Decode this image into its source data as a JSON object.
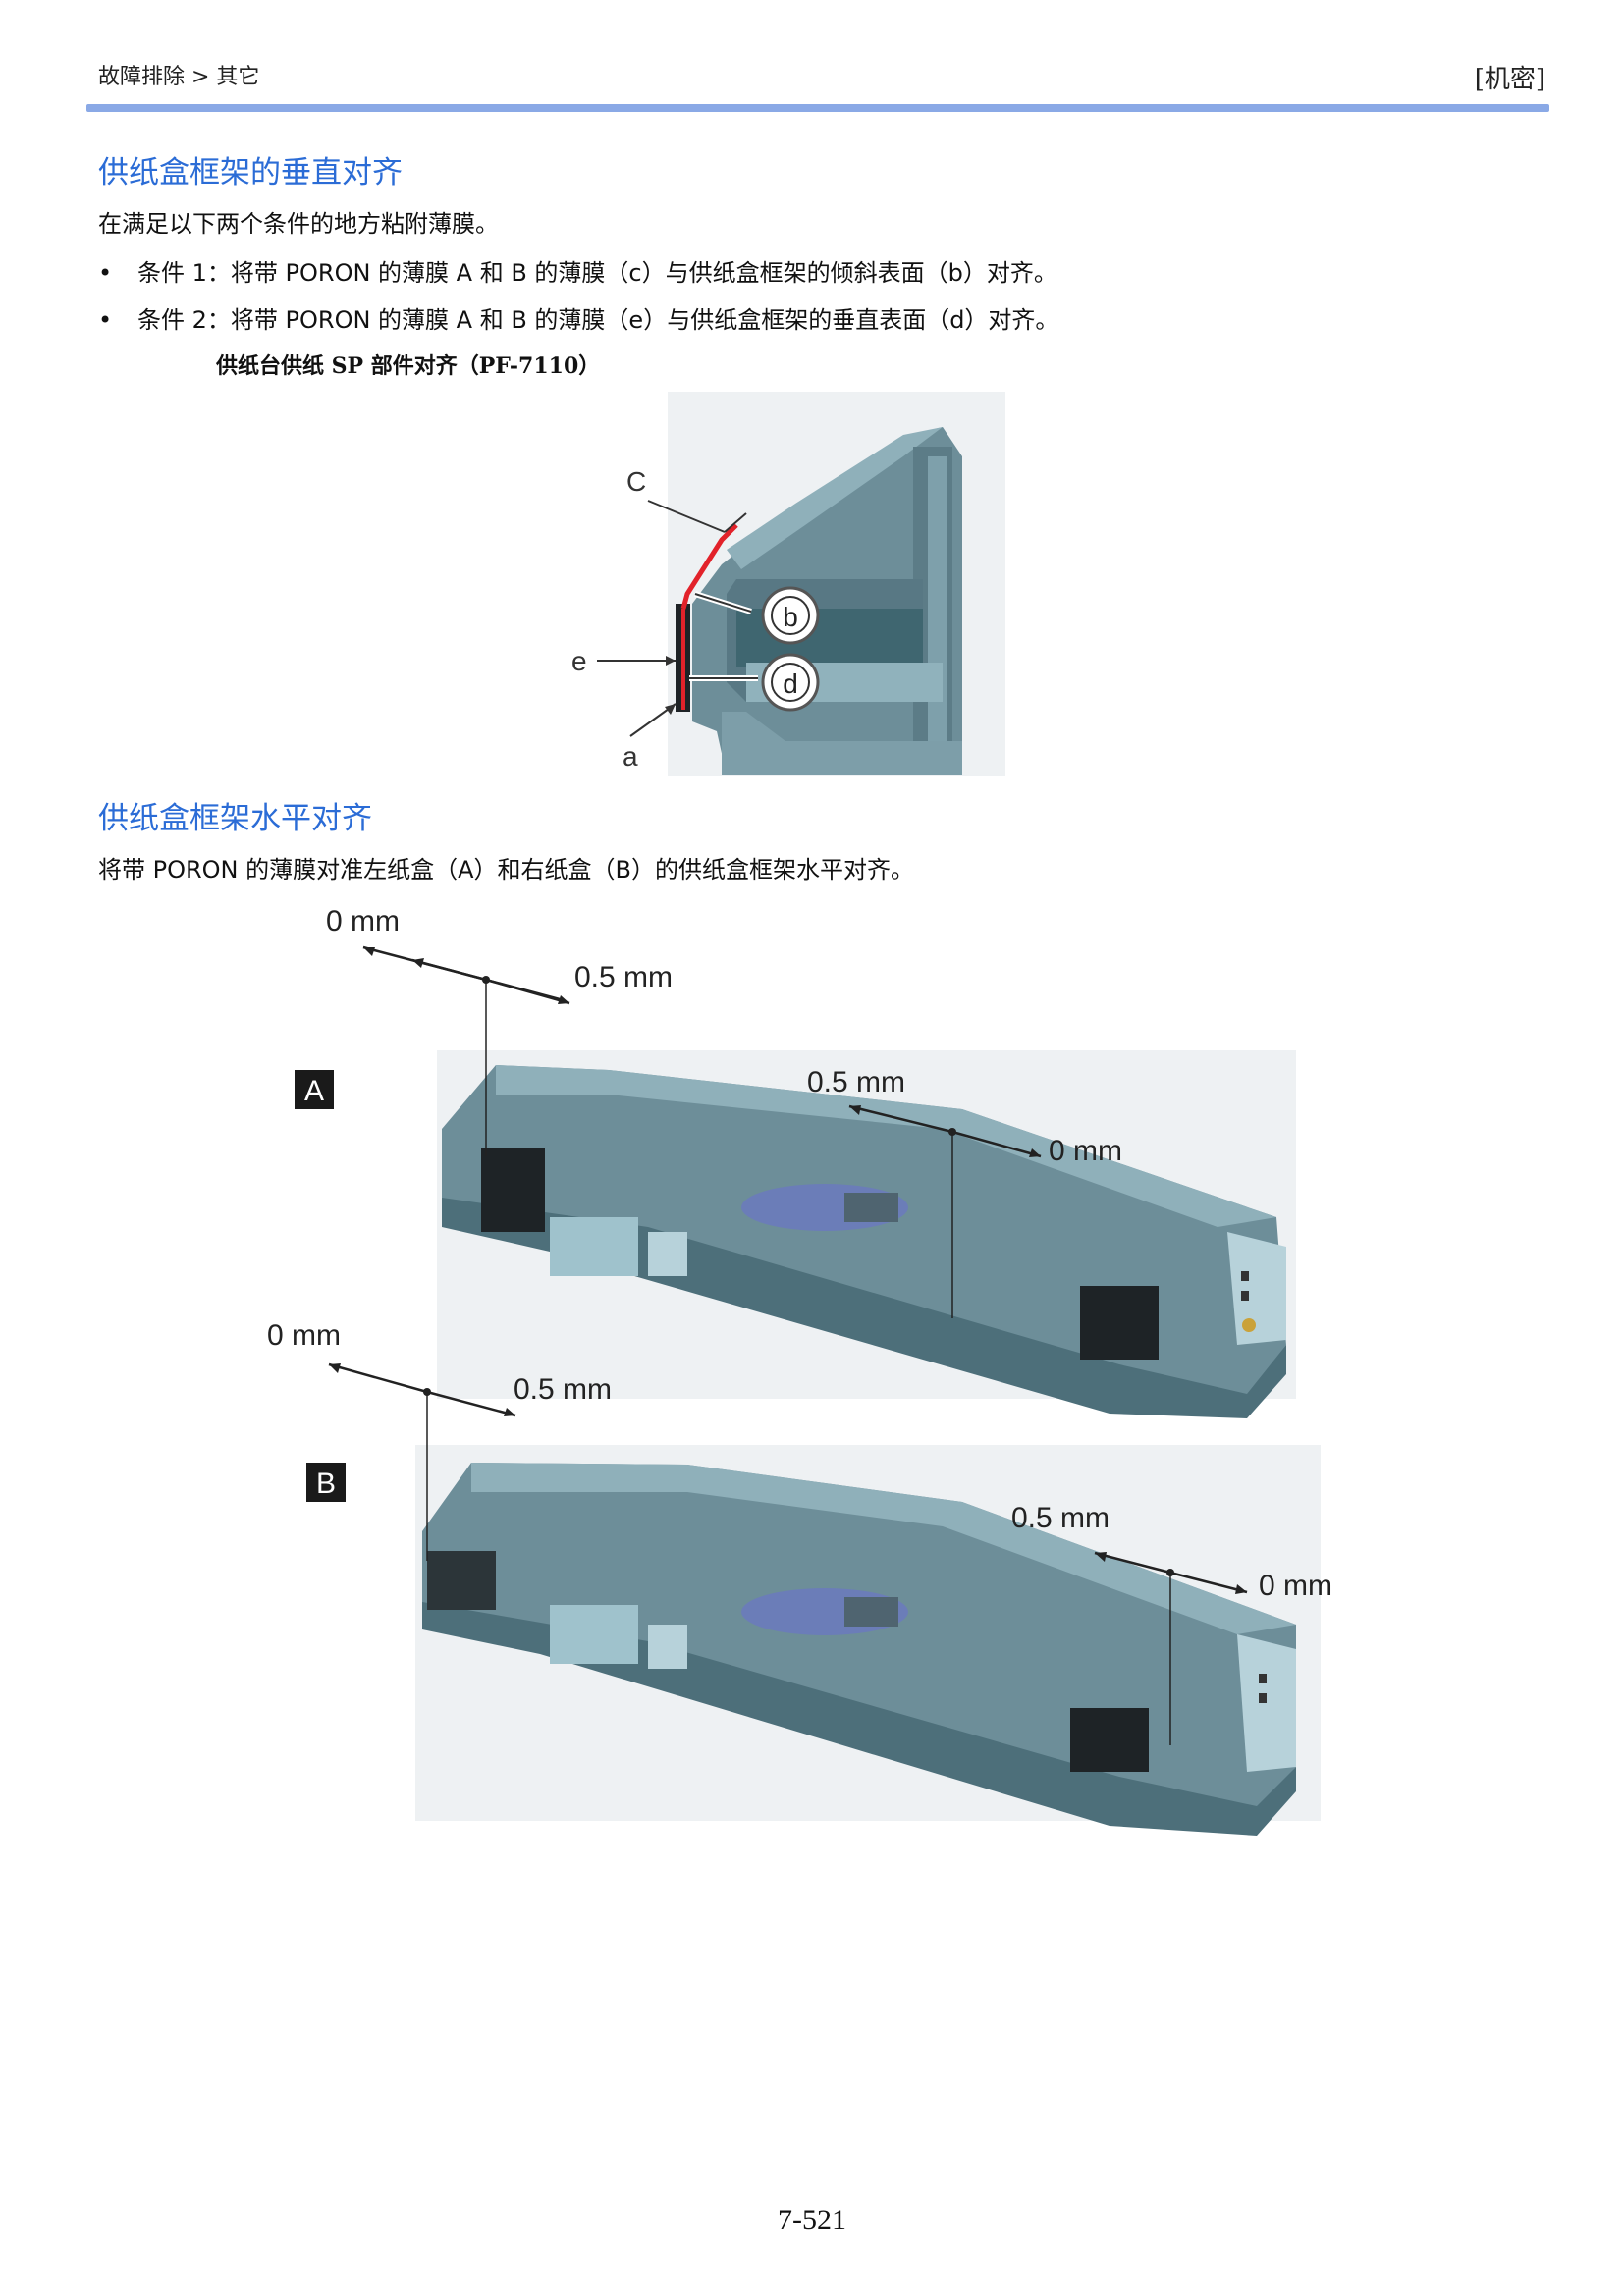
{
  "header": {
    "breadcrumb": "故障排除 > 其它",
    "confidential": "[机密]"
  },
  "section1": {
    "title": "供纸盒框架的垂直对齐",
    "intro": "在满足以下两个条件的地方粘附薄膜。",
    "bullets": [
      "条件 1：将带 PORON 的薄膜 A 和 B 的薄膜（c）与供纸盒框架的倾斜表面（b）对齐。",
      "条件 2：将带 PORON 的薄膜 A 和 B 的薄膜（e）与供纸盒框架的垂直表面（d）对齐。"
    ],
    "caption": "供纸台供纸 SP 部件对齐（PF-7110）",
    "figure": {
      "label_c": "C",
      "label_e": "e",
      "label_a": "a",
      "callout_b": "b",
      "callout_d": "d"
    }
  },
  "section2": {
    "title": "供纸盒框架水平对齐",
    "intro": "将带 PORON 的薄膜对准左纸盒（A）和右纸盒（B）的供纸盒框架水平对齐。",
    "figure": {
      "label_a": "A",
      "label_b": "B",
      "a_left_zero": "0 mm",
      "a_left_half": "0.5 mm",
      "a_right_half": "0.5 mm",
      "a_right_zero": "0 mm",
      "b_left_zero": "0 mm",
      "b_left_half": "0.5 mm",
      "b_right_half": "0.5 mm",
      "b_right_zero": "0 mm"
    }
  },
  "footer": {
    "page_number": "7-521"
  },
  "colors": {
    "heading_blue": "#2b6cd6",
    "header_bar": "#8aa9e6",
    "frame_teal": "#6d8e99",
    "film_black": "#1e2326",
    "film_red": "#e2222a",
    "roller_blue": "#6b7db8"
  }
}
